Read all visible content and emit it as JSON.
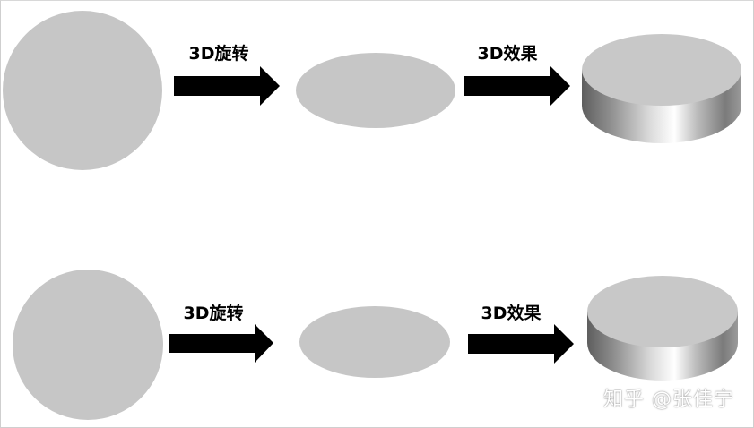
{
  "colors": {
    "shape_fill": "#c6c6c6",
    "arrow_fill": "#000000",
    "cylinder_dark": "#6e6e6e",
    "cylinder_light": "#ffffff",
    "cylinder_top": "#c8c8c8"
  },
  "rows": [
    {
      "rotate_label": "3D旋转",
      "effect_label": "3D效果"
    },
    {
      "rotate_label": "3D旋转",
      "effect_label": "3D效果"
    }
  ],
  "watermark": "知乎 @张佳宁"
}
